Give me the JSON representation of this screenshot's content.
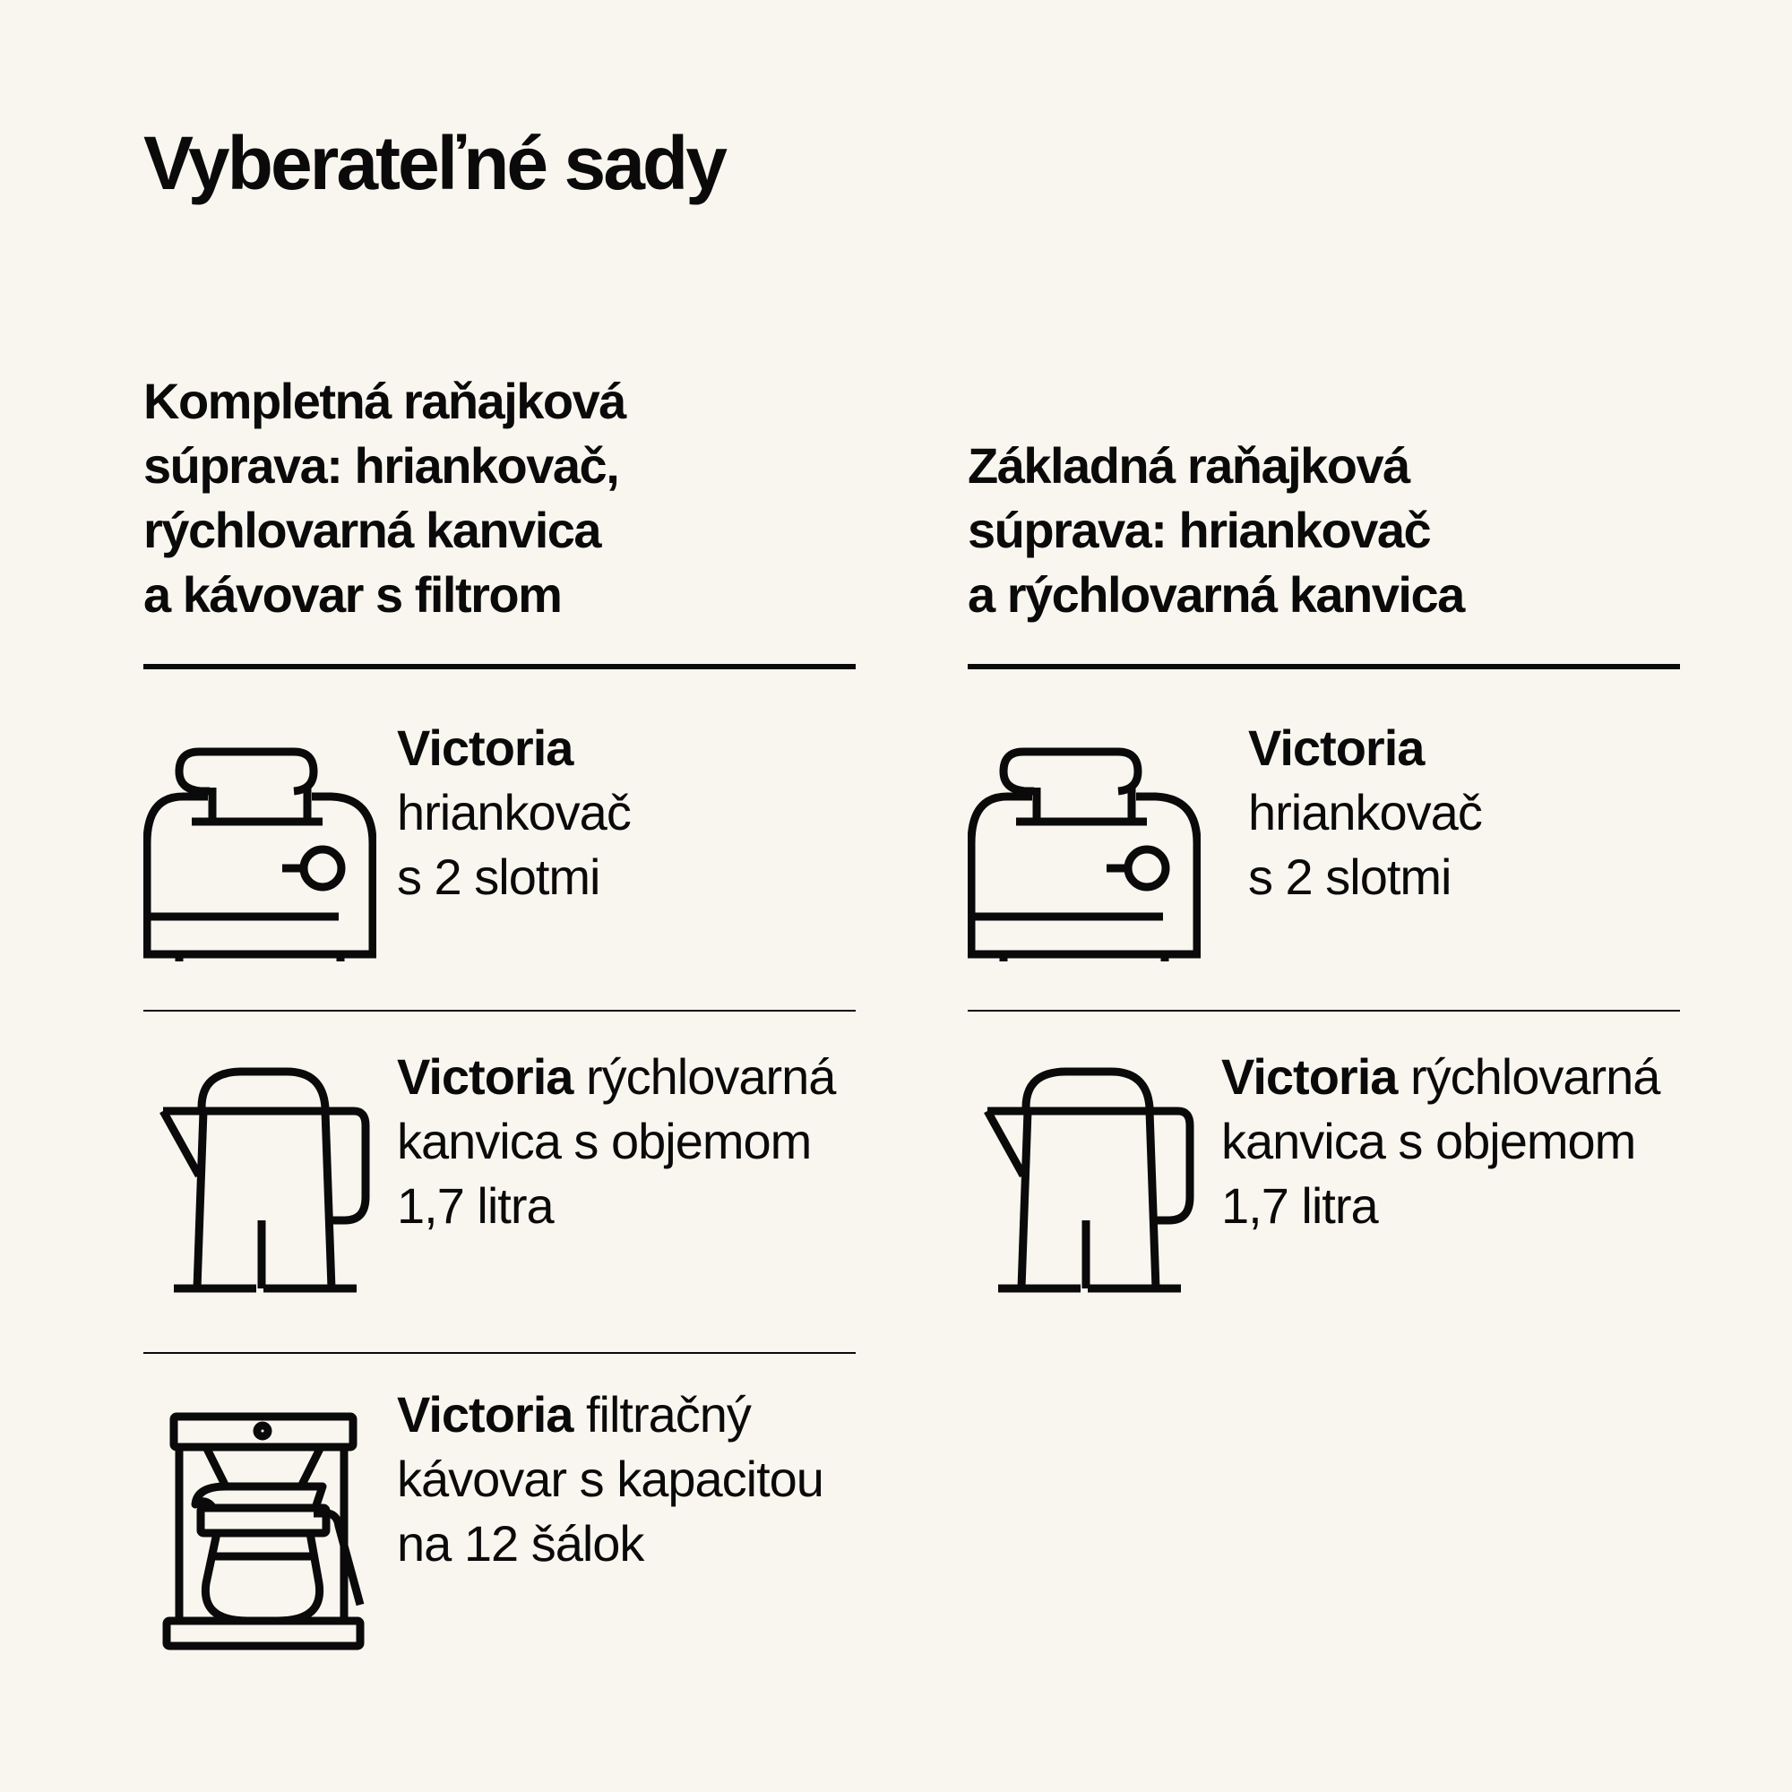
{
  "page": {
    "title": "Vyberateľné sady",
    "background": "#f9f6ef",
    "ink": "#0a0a0a"
  },
  "sets": [
    {
      "heading_lines": [
        "Kompletná raňajková",
        "súprava: hriankovač,",
        "rýchlovarná kanvica",
        "a kávovar s filtrom"
      ],
      "items": [
        {
          "icon": "toaster-icon",
          "brand": "Victoria",
          "lines": [
            "",
            "hriankovač",
            "s 2 slotmi"
          ]
        },
        {
          "icon": "kettle-icon",
          "brand": "Victoria",
          "lines": [
            " rýchlovarná",
            "kanvica s objemom",
            "1,7 litra"
          ]
        },
        {
          "icon": "coffee-maker-icon",
          "brand": "Victoria",
          "lines": [
            " filtračný",
            "kávovar s kapacitou",
            "na 12 šálok"
          ]
        }
      ]
    },
    {
      "heading_lines": [
        "Základná raňajková",
        "súprava: hriankovač",
        "a rýchlovarná kanvica"
      ],
      "items": [
        {
          "icon": "toaster-icon",
          "brand": "Victoria",
          "lines": [
            "",
            "hriankovač",
            "s 2 slotmi"
          ]
        },
        {
          "icon": "kettle-icon",
          "brand": "Victoria",
          "lines": [
            " rýchlovarná",
            "kanvica s objemom",
            "1,7 litra"
          ]
        }
      ]
    }
  ]
}
